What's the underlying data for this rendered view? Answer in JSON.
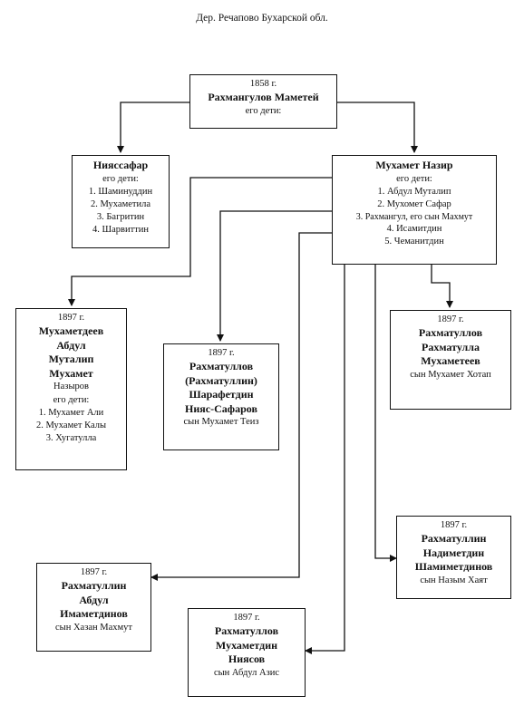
{
  "header": "Дер. Речапово Бухарской  обл.",
  "root": {
    "year": "1858 г.",
    "name": "Рахмангулов Маметей",
    "note": "его дети:"
  },
  "niyassafar": {
    "name": "Ниясcафар",
    "note": "его дети:",
    "children": [
      "1. Шаминуддин",
      "2. Мухаметила",
      "3. Багритин",
      "4. Шарвиттин"
    ]
  },
  "mukhamet_nazir": {
    "name": "Мухамет Назир",
    "note": "его дети:",
    "children": [
      "1. Абдул Муталип",
      "2. Мухомет Сафар",
      "3. Рахмангул, его сын Махмут",
      "4. Исамитдин",
      "5. Чеманитдин"
    ]
  },
  "mukhametdeev": {
    "year": "1897 г.",
    "name_lines": [
      "Мухаметдеев",
      "Абдул",
      "Муталип",
      "Мухамет"
    ],
    "extra": "Назыров",
    "note": "его дети:",
    "children": [
      "1. Мухамет Али",
      "2. Мухамет Калы",
      "3. Хугатулла"
    ]
  },
  "sharafetdin": {
    "year": "1897 г.",
    "name_lines": [
      "Рахматуллов",
      "(Рахматуллин)",
      "Шарафетдин",
      "Нияс-Сафаров"
    ],
    "son": "сын Мухамет Теиз"
  },
  "rakhmatulla": {
    "year": "1897 г.",
    "name_lines": [
      "Рахматуллов",
      "Рахматулла",
      "Мухаметеев"
    ],
    "son": "сын Мухамет Хотап"
  },
  "nadimetdin": {
    "year": "1897 г.",
    "name_lines": [
      "Рахматуллин",
      "Надиметдин",
      "Шамиметдинов"
    ],
    "son": "сын Назым Хаят"
  },
  "abdul_imametdinov": {
    "year": "1897 г.",
    "name_lines": [
      "Рахматуллин",
      "Абдул",
      "Имаметдинов"
    ],
    "son": "сын Хазан Махмут"
  },
  "mukhametdin": {
    "year": "1897 г.",
    "name_lines": [
      "Рахматуллов",
      "Мухаметдин",
      "Ниясов"
    ],
    "son": "сын Абдул Азис"
  }
}
